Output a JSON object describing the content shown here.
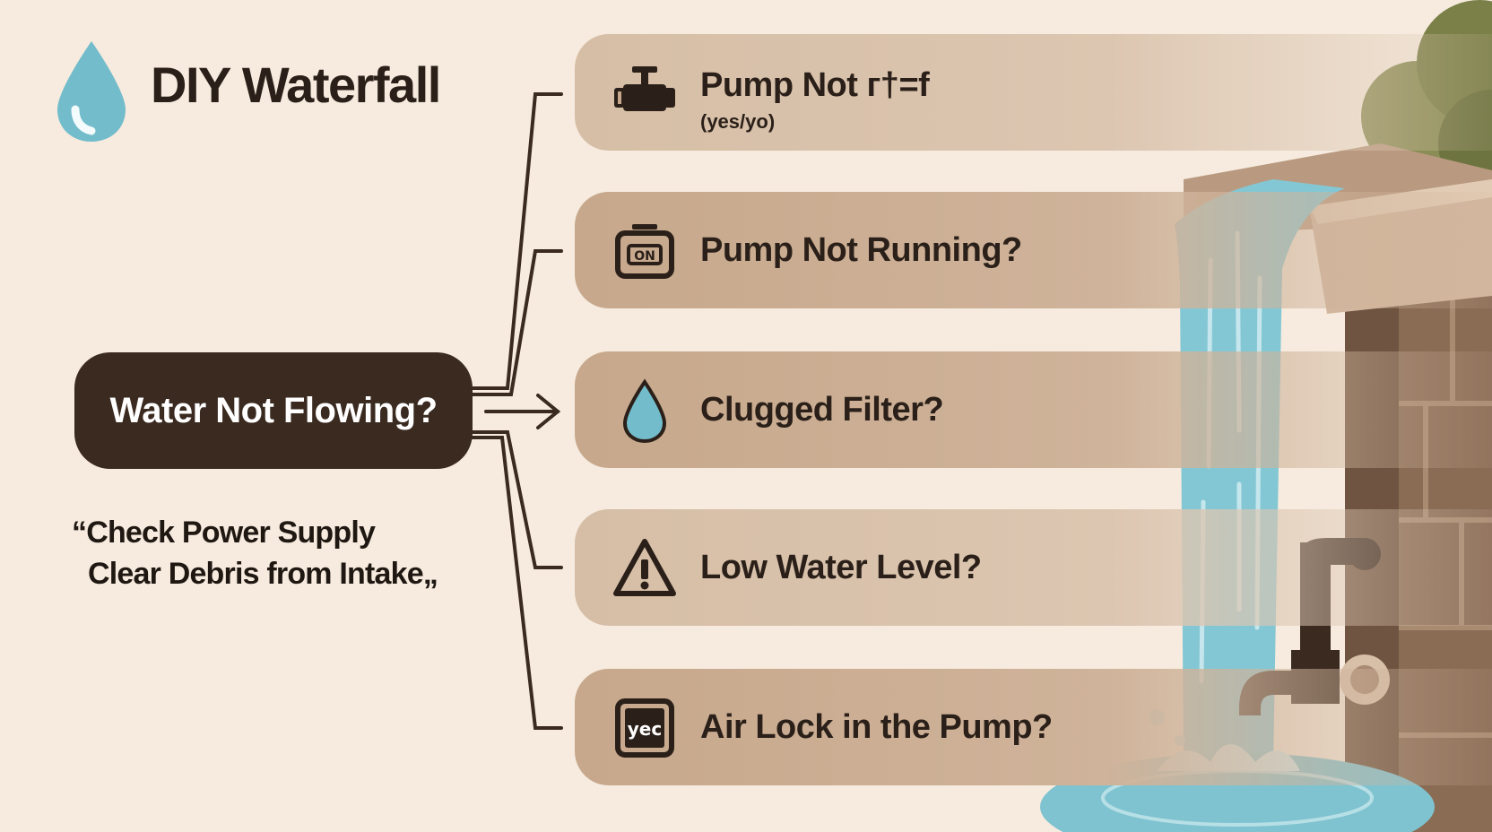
{
  "title": "DIY Waterfall",
  "root": {
    "label": "Water Not Flowing?"
  },
  "note": {
    "line1": "“Check Power Supply",
    "line2": "Clear Debris from Intake„"
  },
  "branches": [
    {
      "label": "Pump Not г†=f",
      "sub": "(yes/yo)",
      "icon": "valve-icon"
    },
    {
      "label": "Pump Not Running?",
      "icon": "pump-display-icon"
    },
    {
      "label": "Clugged Filter?",
      "icon": "water-drop-icon"
    },
    {
      "label": "Low Water Level?",
      "icon": "warning-icon"
    },
    {
      "label": "Air Lock in the Pump?",
      "icon": "yec-box-icon",
      "icon_text": "yec"
    }
  ],
  "colors": {
    "background": "#f6ebde",
    "root": "#3a2a20",
    "branch": "#c7a88c",
    "water": "#7fc3d0"
  }
}
